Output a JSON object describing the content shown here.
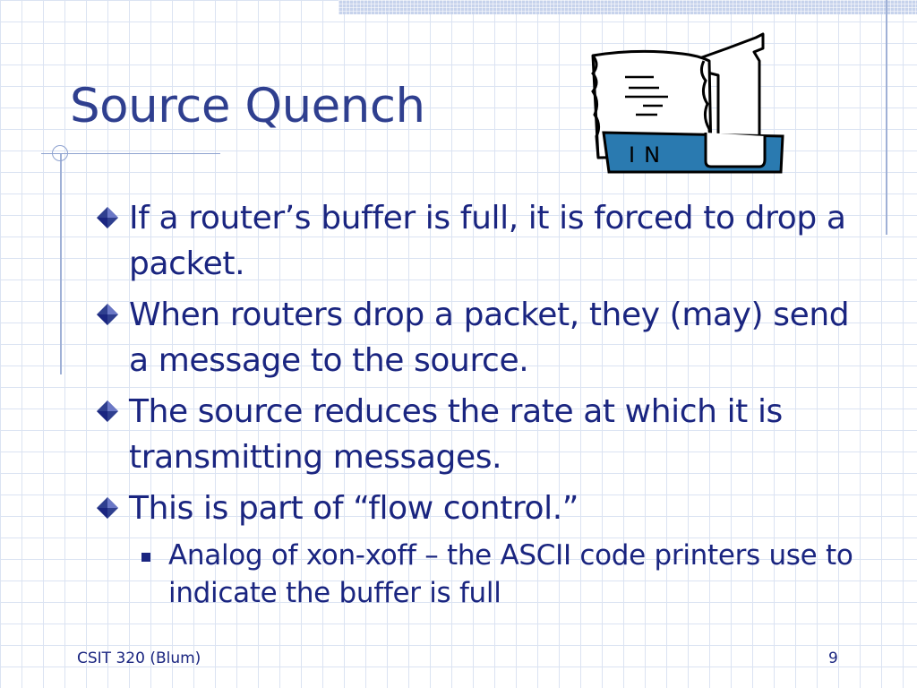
{
  "slide": {
    "title": "Source Quench",
    "clipart_label": "IN",
    "bullets": [
      "If a router’s buffer is full, it is forced to drop a packet.",
      "When routers drop a packet, they (may) send a message to the source.",
      "The source reduces the rate at which it is transmitting messages.",
      "This is part of “flow control.”"
    ],
    "sub_bullets": [
      "Analog of xon-xoff – the ASCII code printers use to indicate the buffer is full"
    ]
  },
  "footer": {
    "course": "CSIT 320 (Blum)",
    "page_number": "9"
  },
  "colors": {
    "title": "#2f3f8f",
    "text": "#1a2580",
    "grid": "#dbe3f2",
    "tray": "#2a7ab0"
  },
  "icons": {
    "bullet": "diamond-bullet-icon",
    "sub_bullet": "square-bullet-icon",
    "clipart": "inbox-tray-icon"
  }
}
